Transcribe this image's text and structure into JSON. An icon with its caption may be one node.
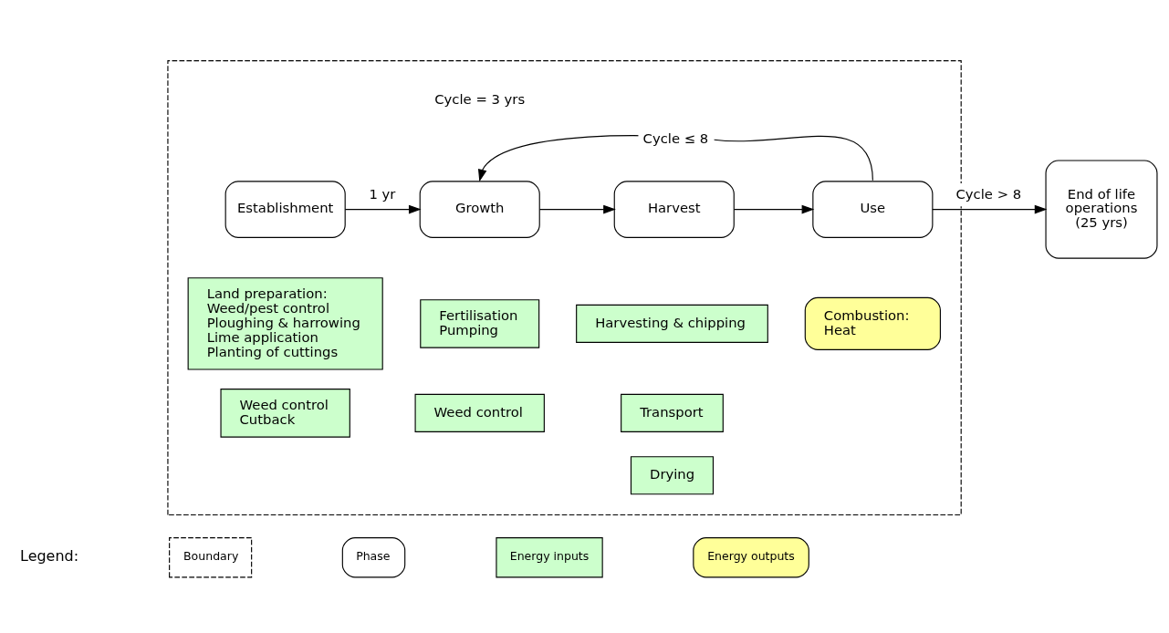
{
  "diagram": {
    "nodes": [
      {
        "text": [],
        "shape": "box"
      },
      {
        "text": [
          "Establishment"
        ],
        "in": 0
      },
      {
        "text": [
          "Growth"
        ],
        "in": 0
      },
      {
        "text": [
          "Harvest"
        ],
        "in": 0
      },
      {
        "text": [
          "Use"
        ],
        "in": 0
      },
      {
        "text": [
          "End of life operations (25 yrs)"
        ]
      },
      {
        "text": [
          "Land preparation:",
          "Weed/pest control",
          "Ploughing & harrowing",
          "Lime application",
          "Planting of cuttings"
        ],
        "in": 0
      },
      {
        "text": [
          "Weed control",
          "Cutback"
        ],
        "in": 0
      },
      {
        "text": [
          "Fertilisation",
          "Pumping"
        ],
        "in": 0
      },
      {
        "text": [
          "Weed control"
        ],
        "in": 0
      },
      {
        "text": [
          "Harvesting & chipping"
        ],
        "in": 0
      },
      {
        "text": [
          "Transport"
        ],
        "in": 0
      },
      {
        "text": [
          "Drying"
        ],
        "in": 0
      },
      {
        "text": [
          "Combustion:",
          "Heat"
        ],
        "in": 0
      }
    ],
    "edges": [
      {
        "from": 1,
        "to": 2,
        "arrow": "to",
        "label": "1 yr"
      },
      {
        "from": 2,
        "to": 3,
        "arrow": "to"
      },
      {
        "from": 3,
        "to": 4,
        "arrow": "to"
      },
      {
        "from": 4,
        "to": 2,
        "arrow": "to",
        "label": "Cycle ≤ 8"
      },
      {
        "from": 4,
        "to": 5,
        "arrow": "to",
        "label": "Cycle > 8"
      }
    ],
    "labels": [
      "Cycle = 3 yrs",
      "Legend:"
    ],
    "legend": [
      {
        "text": "Boundary"
      },
      {
        "text": "Phase"
      },
      {
        "text": "Energy inputs",
        "color": "#ccffcc"
      },
      {
        "text": "Energy outputs",
        "color": "#ffff99"
      }
    ]
  }
}
